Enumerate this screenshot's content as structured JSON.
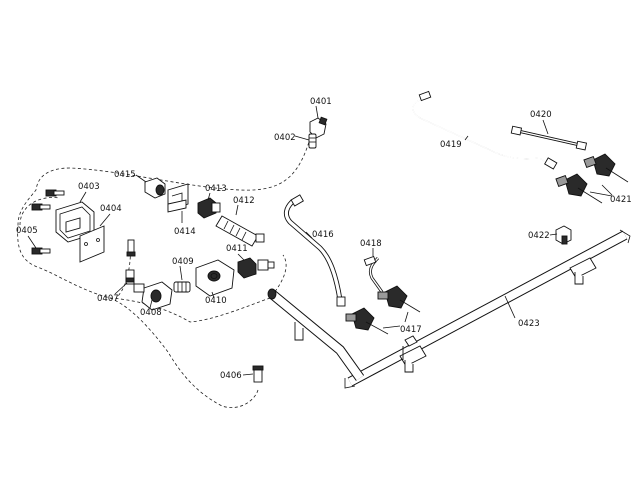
{
  "labels": {
    "p0401": "0401",
    "p0402": "0402",
    "p0403": "0403",
    "p0404": "0404",
    "p0405": "0405",
    "p0406": "0406",
    "p0407": "0407",
    "p0408": "0408",
    "p0409": "0409",
    "p0410": "0410",
    "p0411": "0411",
    "p0412": "0412",
    "p0413": "0413",
    "p0414": "0414",
    "p0415": "0415",
    "p0416": "0416",
    "p0417": "0417",
    "p0418": "0418",
    "p0419": "0419",
    "p0420": "0420",
    "p0421": "0421",
    "p0422": "0422",
    "p0423": "0423"
  }
}
